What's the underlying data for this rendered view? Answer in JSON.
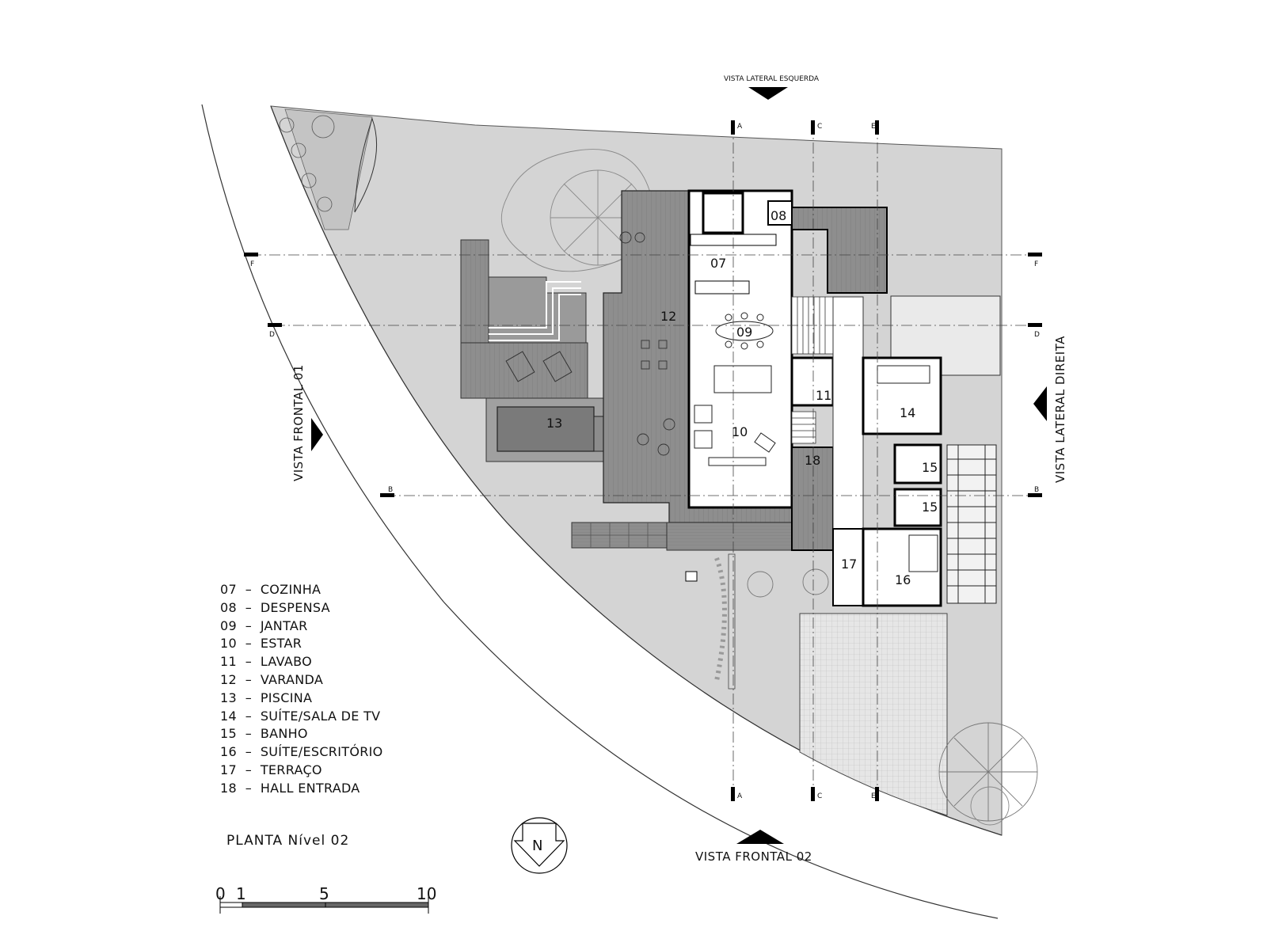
{
  "title": "PLANTA Nível 02",
  "rooms": [
    {
      "num": "07",
      "name": "COZINHA"
    },
    {
      "num": "08",
      "name": "DESPENSA"
    },
    {
      "num": "09",
      "name": "JANTAR"
    },
    {
      "num": "10",
      "name": "ESTAR"
    },
    {
      "num": "11",
      "name": "LAVABO"
    },
    {
      "num": "12",
      "name": "VARANDA"
    },
    {
      "num": "13",
      "name": "PISCINA"
    },
    {
      "num": "14",
      "name": "SUÍTE/SALA DE TV"
    },
    {
      "num": "15",
      "name": "BANHO"
    },
    {
      "num": "16",
      "name": "SUÍTE/ESCRITÓRIO"
    },
    {
      "num": "17",
      "name": "TERRAÇO"
    },
    {
      "num": "18",
      "name": "HALL ENTRADA"
    }
  ],
  "plan_labels": {
    "r07": "07",
    "r08": "08",
    "r09": "09",
    "r10": "10",
    "r11": "11",
    "r12": "12",
    "r13": "13",
    "r14": "14",
    "r15a": "15",
    "r15b": "15",
    "r16": "16",
    "r17": "17",
    "r18": "18"
  },
  "views": {
    "left_side": "VISTA LATERAL ESQUERDA",
    "right_side": "VISTA LATERAL DIREITA",
    "front_01": "VISTA FRONTAL 01",
    "front_02": "VISTA FRONTAL 02"
  },
  "axes": {
    "a": "A",
    "c": "C",
    "e": "E",
    "f": "F",
    "d": "D",
    "b": "B"
  },
  "north": "N",
  "scale": [
    "0",
    "1",
    "5",
    "10"
  ],
  "colors": {
    "site": "#d4d4d4",
    "deck": "#8c8c8c",
    "pool": "#7a7a7a",
    "interior": "#ffffff",
    "wall": "#000000"
  }
}
